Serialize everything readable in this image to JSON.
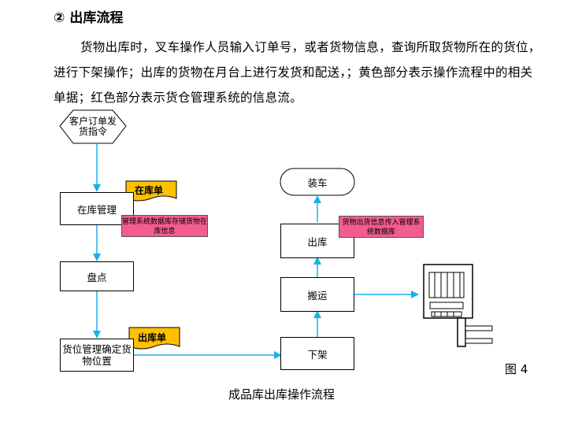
{
  "section": {
    "marker": "②",
    "title": "出库流程"
  },
  "paragraph": "货物出库时，叉车操作人员输入订单号，或者货物信息，查询所取货物所在的货位，进行下架操作；出库的货物在月台上进行发货和配送，；黄色部分表示操作流程中的相关单据；红色部分表示货仓管理系统的信息流。",
  "nodes": {
    "start": "客户订单发货指令",
    "inventory": "在库管理",
    "count": "盘点",
    "locate": "货位管理确定货物位置",
    "shelf_off": "下架",
    "transport": "搬运",
    "outbound": "出库",
    "loading": "装车"
  },
  "documents": {
    "stock_list": "在库单",
    "outbound_list": "出库单"
  },
  "notes": {
    "db_store": "管理系统数据库存储货物在库信息",
    "db_upload": "货物出货信息传入管理系统数据库"
  },
  "caption": "成品库出库操作流程",
  "figure_label": "图 4",
  "colors": {
    "arrow": "#1ab0e8",
    "document": "#ffc000",
    "note": "#f25c8e"
  }
}
